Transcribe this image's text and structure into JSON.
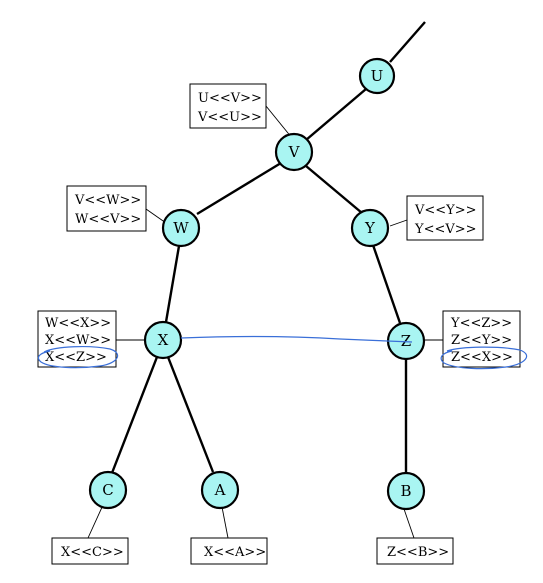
{
  "nodes": {
    "U": {
      "label": "U"
    },
    "V": {
      "label": "V"
    },
    "W": {
      "label": "W"
    },
    "Y": {
      "label": "Y"
    },
    "X": {
      "label": "X"
    },
    "Z": {
      "label": "Z"
    },
    "C": {
      "label": "C"
    },
    "A": {
      "label": "A"
    },
    "B": {
      "label": "B"
    }
  },
  "boxes": {
    "box_V": {
      "lines": [
        "U<<V>>",
        "V<<U>>"
      ]
    },
    "box_W": {
      "lines": [
        "V<<W>>",
        "W<<V>>"
      ]
    },
    "box_Y": {
      "lines": [
        "V<<Y>>",
        "Y<<V>>"
      ]
    },
    "box_X": {
      "lines": [
        "W<<X>>",
        "X<<W>>",
        "X<<Z>>"
      ]
    },
    "box_Z": {
      "lines": [
        "Y<<Z>>",
        "Z<<Y>>",
        "Z<<X>>"
      ]
    },
    "box_C": {
      "lines": [
        "X<<C>>"
      ]
    },
    "box_A": {
      "lines": [
        "X<<A>>"
      ]
    },
    "box_B": {
      "lines": [
        "Z<<B>>"
      ]
    }
  },
  "colors": {
    "node_fill": "#a9f5f2",
    "annotation_ink": "#3a6fd8"
  }
}
